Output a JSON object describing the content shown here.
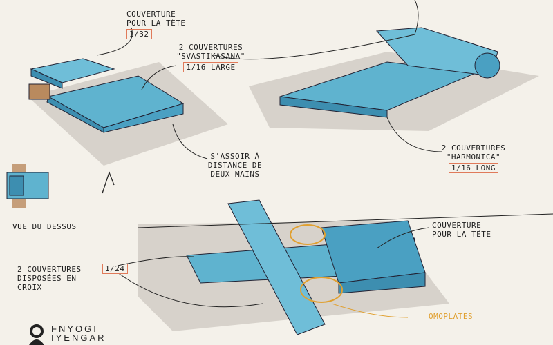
{
  "labels": {
    "head_blanket_top": {
      "text": "Couverture pour la tête",
      "fold": "1/32"
    },
    "svastikasana": {
      "text": "2 couvertures \"Svastikasana\"",
      "fold": "1/16 large"
    },
    "sit_distance": {
      "text": "S'assoir à distance de deux mains"
    },
    "top_view": {
      "text": "Vue du dessus"
    },
    "harmonica": {
      "text": "2 couvertures \"Harmonica\"",
      "fold": "1/16 long"
    },
    "head_blanket_bottom": {
      "text": "Couverture pour la tête"
    },
    "cross": {
      "text": "2 couvertures disposées en croix",
      "fold": "1/24"
    },
    "shoulder_blades": {
      "text": "Omoplates"
    }
  },
  "logo": {
    "line1": "FNYOGI",
    "line2": "IYENGAR"
  },
  "colors": {
    "blanket": "#5fb3cf",
    "blanket_dark": "#3d8eb0",
    "mat": "#cfcbc3",
    "paper": "#f4f1ea",
    "annotation_box": "#e07a5a",
    "highlight": "#e0a030"
  }
}
